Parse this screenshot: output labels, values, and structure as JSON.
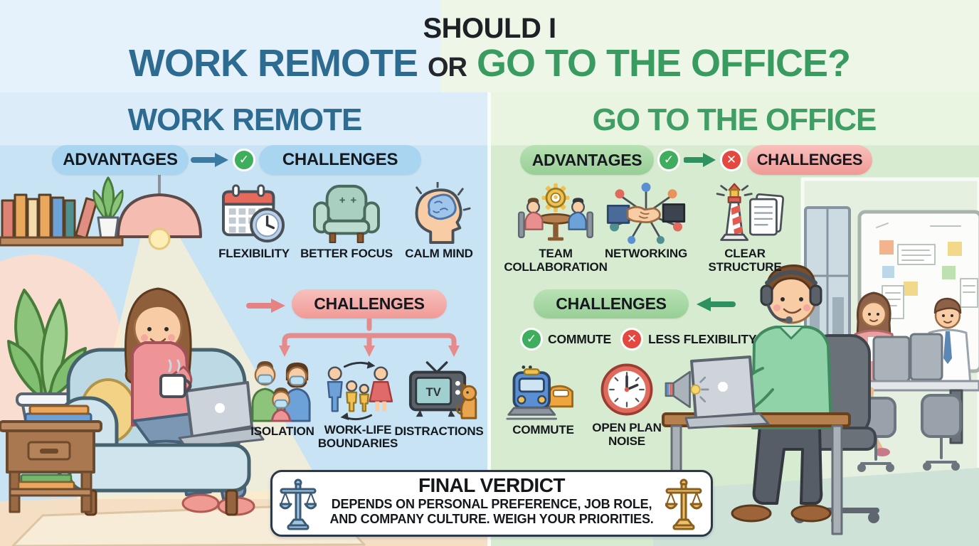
{
  "title": {
    "prefix": "SHOULD I",
    "remote": "WORK REMOTE",
    "or": "OR",
    "office": "GO TO THE OFFICE?"
  },
  "icons": {
    "check": "✓",
    "cross": "✕"
  },
  "remote": {
    "heading": "WORK REMOTE",
    "advantages_badge": "ADVANTAGES",
    "challenges_badge_top": "CHALLENGES",
    "challenges_badge": "CHALLENGES",
    "advantages": [
      {
        "icon": "calendar-clock-icon",
        "label": "FLEXIBILITY"
      },
      {
        "icon": "armchair-icon",
        "label": "BETTER FOCUS"
      },
      {
        "icon": "head-brain-icon",
        "label": "CALM MIND"
      }
    ],
    "challenges": [
      {
        "icon": "masked-family-icon",
        "label": "ISOLATION"
      },
      {
        "icon": "family-cycle-icon",
        "label": "WORK-LIFE BOUNDARIES"
      },
      {
        "icon": "tv-dog-icon",
        "label": "DISTRACTIONS"
      }
    ],
    "tv_label": "TV",
    "scene": "woman with coffee and laptop on armchair at home"
  },
  "office": {
    "heading": "GO TO THE OFFICE",
    "advantages_badge": "ADVANTAGES",
    "challenges_badge_top": "CHALLENGES",
    "challenges_badge": "CHALLENGES",
    "advantages": [
      {
        "icon": "team-collaboration-icon",
        "label": "TEAM COLLABORATION"
      },
      {
        "icon": "networking-icon",
        "label": "NETWORKING"
      },
      {
        "icon": "clear-structure-icon",
        "label": "CLEAR STRUCTURE"
      }
    ],
    "challenge_tags": [
      {
        "mark": "check",
        "label": "COMMUTE"
      },
      {
        "mark": "cross",
        "label": "LESS FLEXIBILITY"
      }
    ],
    "challenges": [
      {
        "icon": "train-icon",
        "label": "COMMUTE"
      },
      {
        "icon": "open-plan-clock-icon",
        "label": "OPEN PLAN NOISE"
      }
    ],
    "noise_icon": "speaker-icon",
    "scene": "man with headset at office desk, coworkers at computers behind"
  },
  "verdict": {
    "title": "FINAL VERDICT",
    "line1": "DEPENDS ON PERSONAL PREFERENCE, JOB ROLE,",
    "line2": "AND COMPANY CULTURE. WEIGH YOUR PRIORITIES."
  },
  "colors": {
    "remote_accent": "#2d6b90",
    "office_accent": "#3f9e63",
    "blue_pill": "#a9d5f0",
    "green_pill": "#a5d7a3",
    "pink_pill": "#f4a9a7",
    "check_green": "#3fae5c",
    "cross_red": "#e4483e",
    "panel_blue": "#c8e3f4",
    "panel_green": "#d7ebd0"
  }
}
